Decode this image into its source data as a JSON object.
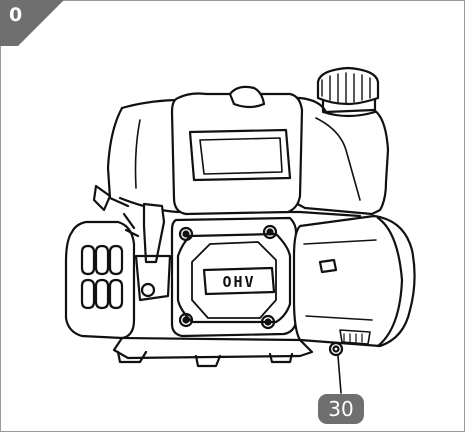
{
  "step": {
    "number": "0"
  },
  "callouts": [
    {
      "label": "30"
    }
  ],
  "engine_plate": {
    "text": "OHV"
  },
  "colors": {
    "badge": "#6f6f6f",
    "line": "#111111",
    "frame": "#9a9a9a"
  }
}
